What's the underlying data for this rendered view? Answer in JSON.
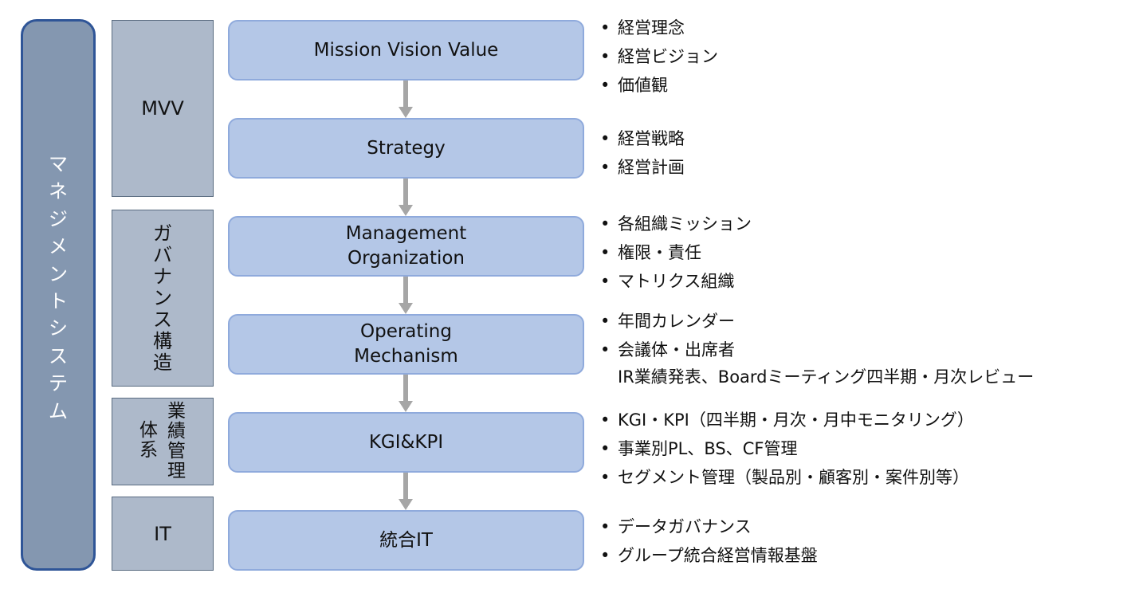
{
  "system_label": [
    "マ",
    "ネ",
    "ジ",
    "メ",
    "ン",
    "ト",
    "シ",
    "ス",
    "テ",
    "ム"
  ],
  "categories": {
    "mvv": "MVV",
    "governance": [
      "ガ",
      "バ",
      "ナ",
      "ン",
      "ス",
      "構",
      "造"
    ],
    "performance_left": [
      "体",
      "系"
    ],
    "performance_right": [
      "業",
      "績",
      "管",
      "理"
    ],
    "it": "IT"
  },
  "steps": [
    {
      "lines": [
        "Mission Vision Value"
      ]
    },
    {
      "lines": [
        "Strategy"
      ]
    },
    {
      "lines": [
        "Management",
        "Organization"
      ]
    },
    {
      "lines": [
        "Operating",
        "Mechanism"
      ]
    },
    {
      "lines": [
        "KGI&KPI"
      ]
    },
    {
      "lines": [
        "統合IT"
      ]
    }
  ],
  "bullet_glyph": "•",
  "details": [
    {
      "items": [
        "経営理念",
        "経営ビジョン",
        "価値観"
      ]
    },
    {
      "items": [
        "経営戦略",
        "経営計画"
      ]
    },
    {
      "items": [
        "各組織ミッション",
        "権限・責任",
        "マトリクス組織"
      ]
    },
    {
      "items": [
        "年間カレンダー",
        "会議体・出席者"
      ],
      "continuation": "IR業績発表、Boardミーティング四半期・月次レビュー"
    },
    {
      "items": [
        "KGI・KPI（四半期・月次・月中モニタリング）",
        "事業別PL、BS、CF管理",
        "セグメント管理（製品別・顧客別・案件別等）"
      ]
    },
    {
      "items": [
        "データガバナンス",
        "グループ統合経営情報基盤"
      ]
    }
  ],
  "colors": {
    "system_fill": "#8497b0",
    "system_border": "#2f5597",
    "category_fill": "#adb9ca",
    "step_fill": "#b4c7e7",
    "step_border": "#8faadc",
    "arrow": "#a6a6a6"
  }
}
